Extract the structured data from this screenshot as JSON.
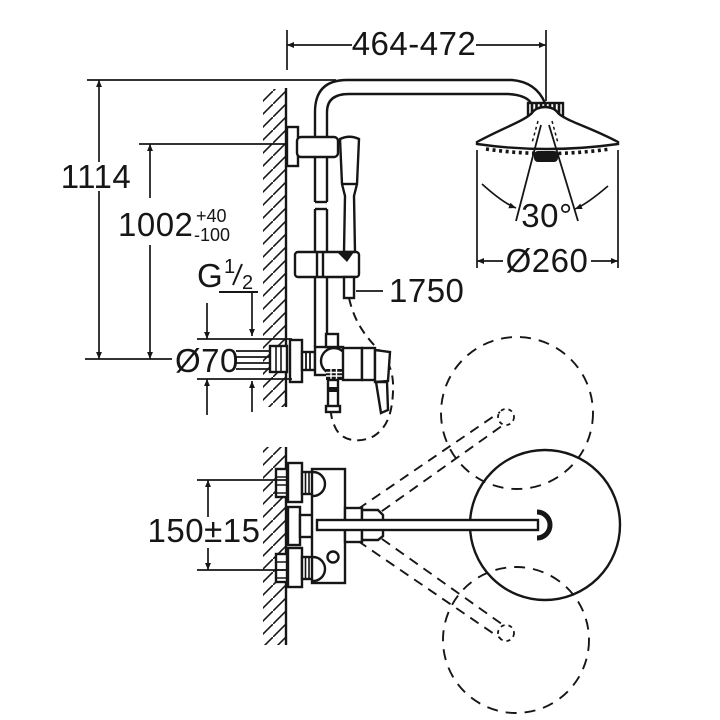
{
  "drawing": {
    "title": "shower-system-dimensional-drawing",
    "colors": {
      "ink": "#161616",
      "paper": "#ffffff"
    },
    "dims": {
      "top_width": "464-472",
      "overall_height": "1114",
      "outlet_height": "1002",
      "outlet_tol_plus": "+40",
      "outlet_tol_minus": "-100",
      "thread_letter": "G",
      "thread_num": "1",
      "thread_den": "2",
      "escutcheon_dia": "Ø70",
      "hose_length": "1750",
      "spray_angle": "30°",
      "head_dia": "Ø260",
      "inlet_spacing": "150±15"
    }
  }
}
